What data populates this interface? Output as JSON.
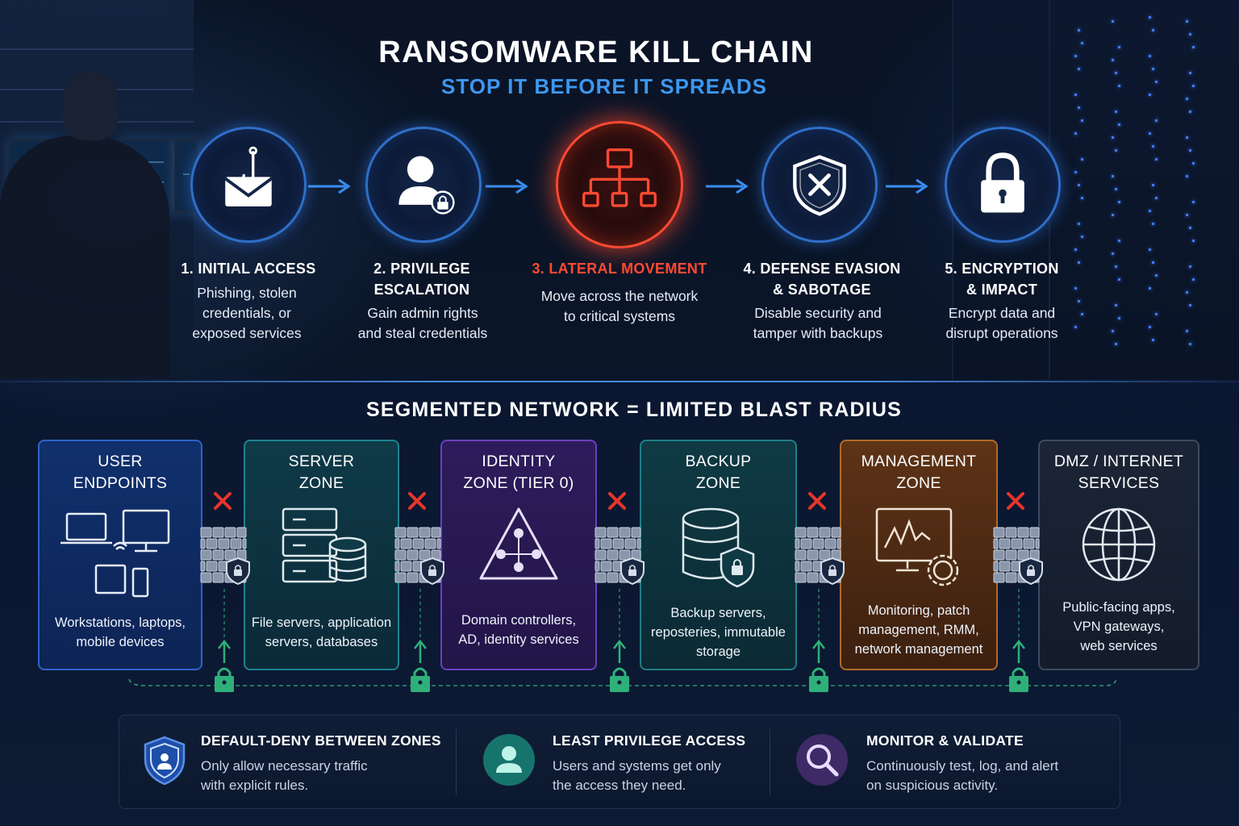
{
  "header": {
    "title": "RANSOMWARE KILL CHAIN",
    "subtitle": "STOP IT BEFORE IT SPREADS"
  },
  "kill_chain": {
    "steps": [
      {
        "title_lines": [
          "1. INITIAL ACCESS"
        ],
        "desc_lines": [
          "Phishing, stolen",
          "credentials, or",
          "exposed services"
        ],
        "icon": "phishing-mail-icon"
      },
      {
        "title_lines": [
          "2. PRIVILEGE",
          "ESCALATION"
        ],
        "desc_lines": [
          "Gain admin rights",
          "and steal credentials"
        ],
        "icon": "user-lock-icon"
      },
      {
        "title_lines": [
          "3. LATERAL MOVEMENT"
        ],
        "desc_lines": [
          "Move across the network",
          "to critical systems"
        ],
        "icon": "network-hierarchy-icon",
        "highlighted": true
      },
      {
        "title_lines": [
          "4. DEFENSE EVASION",
          "& SABOTAGE"
        ],
        "desc_lines": [
          "Disable security and",
          "tamper with backups"
        ],
        "icon": "shield-x-icon"
      },
      {
        "title_lines": [
          "5. ENCRYPTION",
          "& IMPACT"
        ],
        "desc_lines": [
          "Encrypt data and",
          "disrupt operations"
        ],
        "icon": "padlock-icon"
      }
    ]
  },
  "segmentation": {
    "heading": "SEGMENTED NETWORK = LIMITED BLAST RADIUS",
    "zones": [
      {
        "title_lines": [
          "USER",
          "ENDPOINTS"
        ],
        "desc_lines": [
          "Workstations, laptops,",
          "mobile devices"
        ],
        "icon": "devices-icon"
      },
      {
        "title_lines": [
          "SERVER",
          "ZONE"
        ],
        "desc_lines": [
          "File servers, application",
          "servers, databases"
        ],
        "icon": "server-database-icon"
      },
      {
        "title_lines": [
          "IDENTITY",
          "ZONE (TIER 0)"
        ],
        "desc_lines": [
          "Domain controllers,",
          "AD, identity services"
        ],
        "icon": "identity-triangle-icon"
      },
      {
        "title_lines": [
          "BACKUP",
          "ZONE"
        ],
        "desc_lines": [
          "Backup servers,",
          "reposteries, immutable",
          "storage"
        ],
        "icon": "database-shield-icon"
      },
      {
        "title_lines": [
          "MANAGEMENT",
          "ZONE"
        ],
        "desc_lines": [
          "Monitoring, patch",
          "management, RMM,",
          "network management"
        ],
        "icon": "monitor-gear-icon"
      },
      {
        "title_lines": [
          "DMZ / INTERNET",
          "SERVICES"
        ],
        "desc_lines": [
          "Public-facing apps,",
          "VPN gateways,",
          "web services"
        ],
        "icon": "globe-icon"
      }
    ],
    "colors": {
      "blocked": "#e8352a",
      "allowed": "#2fb07a"
    }
  },
  "principles": [
    {
      "title": "DEFAULT-DENY BETWEEN ZONES",
      "desc_lines": [
        "Only allow necessary traffic",
        "with explicit rules."
      ],
      "icon": "shield-icon"
    },
    {
      "title": "LEAST PRIVILEGE ACCESS",
      "desc_lines": [
        "Users and systems get only",
        "the access they need."
      ],
      "icon": "user-icon"
    },
    {
      "title": "MONITOR & VALIDATE",
      "desc_lines": [
        "Continuously test, log, and alert",
        "on suspicious activity."
      ],
      "icon": "magnifier-icon"
    }
  ]
}
